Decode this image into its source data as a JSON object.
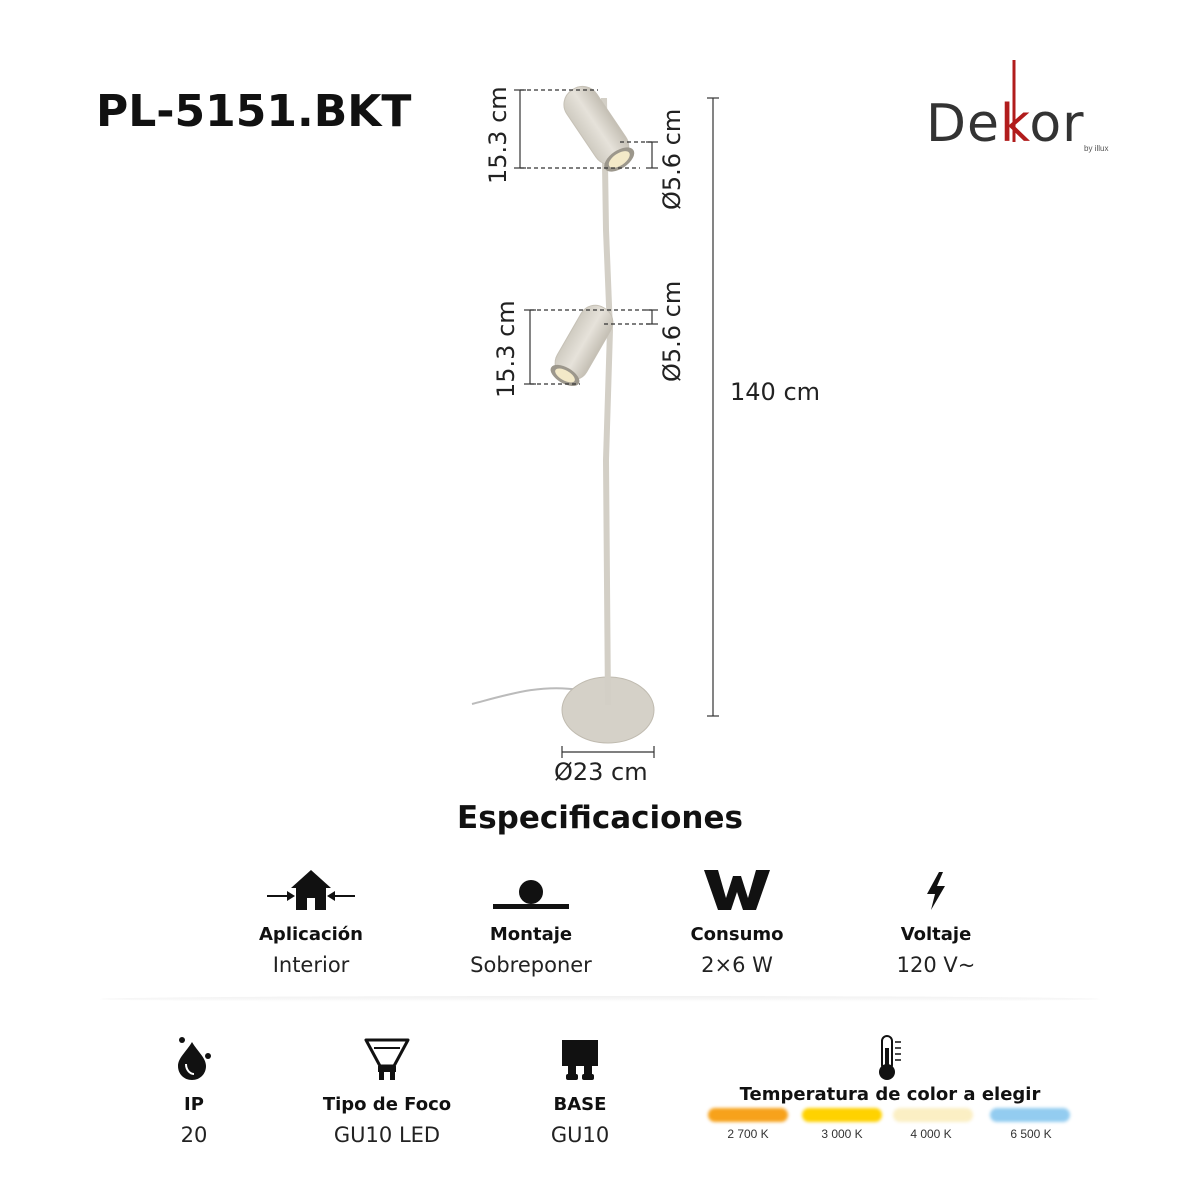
{
  "product": {
    "model": "PL-5151.BKT",
    "brand": {
      "d": "De",
      "k": "k",
      "rest": "or",
      "sub": "by illux"
    }
  },
  "dimensions": {
    "head_top_height": "15.3 cm",
    "head_top_diameter": "Ø5.6 cm",
    "head_mid_height": "15.3 cm",
    "head_mid_diameter": "Ø5.6 cm",
    "total_height": "140 cm",
    "base_diameter": "Ø23 cm"
  },
  "specs_title": "Especificaciones",
  "specs_row1": [
    {
      "icon": "house-interior-icon",
      "label": "Aplicación",
      "value": "Interior"
    },
    {
      "icon": "surface-mount-icon",
      "label": "Montaje",
      "value": "Sobreponer"
    },
    {
      "icon": "watt-icon",
      "label": "Consumo",
      "value": "2×6 W"
    },
    {
      "icon": "lightning-bolt-icon",
      "label": "Voltaje",
      "value": "120 V~"
    }
  ],
  "specs_row2": [
    {
      "icon": "water-drop-icon",
      "label": "IP",
      "value": "20"
    },
    {
      "icon": "gu10-bulb-icon",
      "label": "Tipo de Foco",
      "value": "GU10 LED"
    },
    {
      "icon": "socket-base-icon",
      "label": "BASE",
      "value": "GU10"
    }
  ],
  "color_temperature": {
    "icon": "thermometer-icon",
    "title": "Temperatura de color a elegir",
    "options": [
      {
        "label": "2 700 K",
        "color": "#f7a21b"
      },
      {
        "label": "3 000 K",
        "color": "#ffd200"
      },
      {
        "label": "4 000 K",
        "color": "#fbefc4"
      },
      {
        "label": "6 500 K",
        "color": "#93ccf0"
      }
    ]
  },
  "colors": {
    "lamp": "#d9d5cc",
    "lamp_shadow": "#bdb8ad",
    "dimension_line": "#333333",
    "brand_accent": "#b11c1c"
  }
}
